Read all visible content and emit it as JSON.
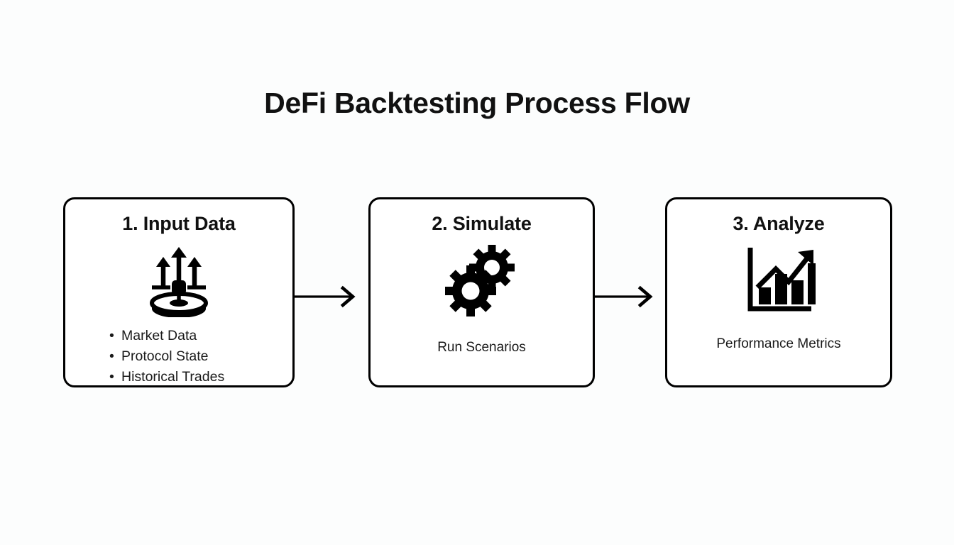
{
  "diagram": {
    "title": "DeFi Backtesting Process Flow",
    "background_color": "#fcfdfd",
    "stroke_color": "#000000",
    "text_color": "#111111",
    "steps": [
      {
        "id": "input-data",
        "heading": "1. Input Data",
        "icon": "data-source-upload-icon",
        "bullet_marker": "•",
        "bullets": [
          "Market Data",
          "Protocol State",
          "Historical Trades"
        ],
        "caption": ""
      },
      {
        "id": "simulate",
        "heading": "2. Simulate",
        "icon": "gears-icon",
        "bullet_marker": "•",
        "bullets": [],
        "caption": "Run Scenarios"
      },
      {
        "id": "analyze",
        "heading": "3. Analyze",
        "icon": "bar-chart-growth-icon",
        "bullet_marker": "•",
        "bullets": [],
        "caption": "Performance Metrics"
      }
    ],
    "connectors": [
      {
        "id": "arrow-1",
        "from": "input-data",
        "to": "simulate",
        "icon": "arrow-right-icon"
      },
      {
        "id": "arrow-2",
        "from": "simulate",
        "to": "analyze",
        "icon": "arrow-right-icon"
      }
    ]
  }
}
